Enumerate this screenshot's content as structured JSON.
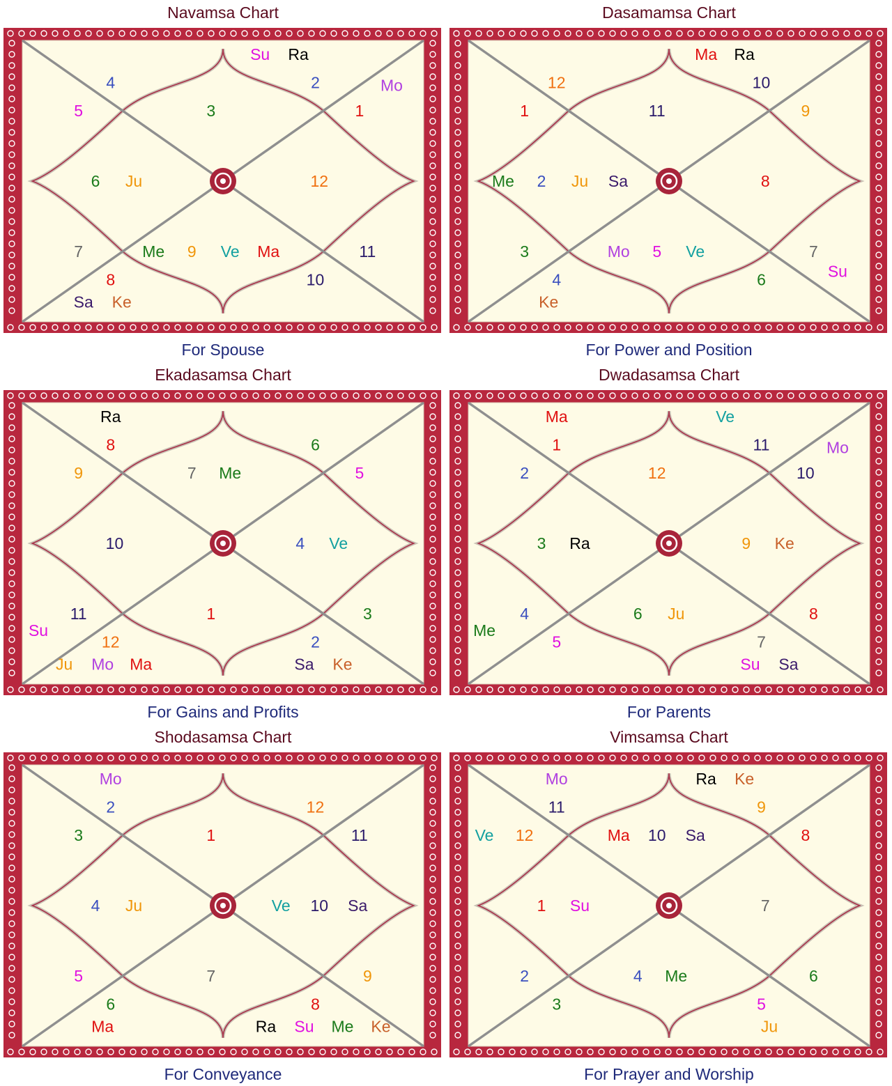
{
  "colors": {
    "house_number": {
      "1": "#e01010",
      "2": "#3a4fbf",
      "3": "#1a7a1a",
      "4": "#3a4fbf",
      "5": "#e010e0",
      "6": "#1a7a1a",
      "7": "#666666",
      "8": "#e01010",
      "9": "#f0960a",
      "10": "#2a1a6a",
      "11": "#2a1a6a",
      "12": "#f07010"
    },
    "planet": {
      "Su": "#e010e0",
      "Mo": "#b040e0",
      "Ma": "#e01010",
      "Me": "#1a7a1a",
      "Ju": "#f0960a",
      "Ve": "#12a0a0",
      "Sa": "#3a1a6a",
      "Ra": "#000000",
      "Ke": "#c8602a"
    },
    "border": "#b8273e",
    "fill": "#fefbe6",
    "line": "#8f8f8f",
    "title": "#5a0a1e",
    "caption": "#1f2a7a"
  },
  "charts": [
    {
      "title": "Navamsa Chart",
      "caption": "For Spouse",
      "houses": [
        {
          "sign": "3",
          "planets": []
        },
        {
          "sign": "2",
          "planets": [
            "Su",
            "Ra"
          ]
        },
        {
          "sign": "1",
          "planets": [
            "Mo"
          ]
        },
        {
          "sign": "12",
          "planets": []
        },
        {
          "sign": "11",
          "planets": []
        },
        {
          "sign": "10",
          "planets": []
        },
        {
          "sign": "9",
          "planets": [
            "Me",
            "Ve",
            "Ma"
          ]
        },
        {
          "sign": "8",
          "planets": [
            "Sa",
            "Ke"
          ]
        },
        {
          "sign": "7",
          "planets": []
        },
        {
          "sign": "6",
          "planets": [
            "Ju"
          ]
        },
        {
          "sign": "5",
          "planets": []
        },
        {
          "sign": "4",
          "planets": []
        }
      ]
    },
    {
      "title": "Dasamamsa Chart",
      "caption": "For Power and Position",
      "houses": [
        {
          "sign": "11",
          "planets": []
        },
        {
          "sign": "10",
          "planets": [
            "Ma",
            "Ra"
          ]
        },
        {
          "sign": "9",
          "planets": []
        },
        {
          "sign": "8",
          "planets": []
        },
        {
          "sign": "7",
          "planets": [
            "Su"
          ]
        },
        {
          "sign": "6",
          "planets": []
        },
        {
          "sign": "5",
          "planets": [
            "Mo",
            "Ve"
          ]
        },
        {
          "sign": "4",
          "planets": [
            "Ke"
          ]
        },
        {
          "sign": "3",
          "planets": []
        },
        {
          "sign": "2",
          "planets": [
            "Me",
            "Ju",
            "Sa"
          ]
        },
        {
          "sign": "1",
          "planets": []
        },
        {
          "sign": "12",
          "planets": []
        }
      ]
    },
    {
      "title": "Ekadasamsa Chart",
      "caption": "For Gains and Profits",
      "houses": [
        {
          "sign": "7",
          "planets": [
            "Me"
          ]
        },
        {
          "sign": "6",
          "planets": []
        },
        {
          "sign": "5",
          "planets": []
        },
        {
          "sign": "4",
          "planets": [
            "Ve"
          ]
        },
        {
          "sign": "3",
          "planets": []
        },
        {
          "sign": "2",
          "planets": [
            "Sa",
            "Ke"
          ]
        },
        {
          "sign": "1",
          "planets": []
        },
        {
          "sign": "12",
          "planets": [
            "Ju",
            "Mo",
            "Ma"
          ]
        },
        {
          "sign": "11",
          "planets": [
            "Su"
          ]
        },
        {
          "sign": "10",
          "planets": []
        },
        {
          "sign": "9",
          "planets": []
        },
        {
          "sign": "8",
          "planets": [
            "Ra"
          ]
        }
      ]
    },
    {
      "title": "Dwadasamsa Chart",
      "caption": "For Parents",
      "houses": [
        {
          "sign": "12",
          "planets": []
        },
        {
          "sign": "11",
          "planets": [
            "Ve"
          ]
        },
        {
          "sign": "10",
          "planets": [
            "Mo"
          ]
        },
        {
          "sign": "9",
          "planets": [
            "Ke"
          ]
        },
        {
          "sign": "8",
          "planets": []
        },
        {
          "sign": "7",
          "planets": [
            "Su",
            "Sa"
          ]
        },
        {
          "sign": "6",
          "planets": [
            "Ju"
          ]
        },
        {
          "sign": "5",
          "planets": []
        },
        {
          "sign": "4",
          "planets": [
            "Me"
          ]
        },
        {
          "sign": "3",
          "planets": [
            "Ra"
          ]
        },
        {
          "sign": "2",
          "planets": []
        },
        {
          "sign": "1",
          "planets": [
            "Ma"
          ]
        }
      ]
    },
    {
      "title": "Shodasamsa Chart",
      "caption": "For Conveyance",
      "houses": [
        {
          "sign": "1",
          "planets": []
        },
        {
          "sign": "12",
          "planets": []
        },
        {
          "sign": "11",
          "planets": []
        },
        {
          "sign": "10",
          "planets": [
            "Ve",
            "Sa"
          ]
        },
        {
          "sign": "9",
          "planets": []
        },
        {
          "sign": "8",
          "planets": [
            "Ra",
            "Su",
            "Me",
            "Ke"
          ]
        },
        {
          "sign": "7",
          "planets": []
        },
        {
          "sign": "6",
          "planets": [
            "Ma"
          ]
        },
        {
          "sign": "5",
          "planets": []
        },
        {
          "sign": "4",
          "planets": [
            "Ju"
          ]
        },
        {
          "sign": "3",
          "planets": []
        },
        {
          "sign": "2",
          "planets": [
            "Mo"
          ]
        }
      ]
    },
    {
      "title": "Vimsamsa Chart",
      "caption": "For Prayer and Worship",
      "houses": [
        {
          "sign": "10",
          "planets": [
            "Ma",
            "Sa"
          ]
        },
        {
          "sign": "9",
          "planets": [
            "Ra",
            "Ke"
          ]
        },
        {
          "sign": "8",
          "planets": []
        },
        {
          "sign": "7",
          "planets": []
        },
        {
          "sign": "6",
          "planets": []
        },
        {
          "sign": "5",
          "planets": [
            "Ju"
          ]
        },
        {
          "sign": "4",
          "planets": [
            "Me"
          ]
        },
        {
          "sign": "3",
          "planets": []
        },
        {
          "sign": "2",
          "planets": []
        },
        {
          "sign": "1",
          "planets": [
            "Su"
          ]
        },
        {
          "sign": "12",
          "planets": [
            "Ve"
          ]
        },
        {
          "sign": "11",
          "planets": [
            "Mo"
          ]
        }
      ]
    }
  ]
}
